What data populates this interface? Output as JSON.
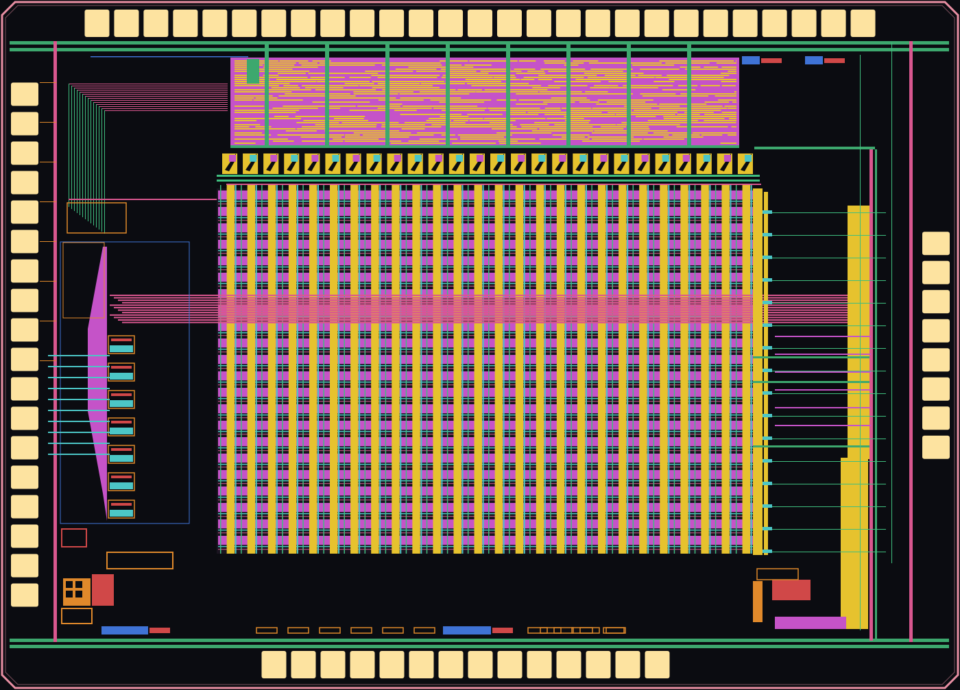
{
  "layout_view": {
    "pads": {
      "top_count": 27,
      "bottom_count": 14,
      "left_count": 18,
      "right_count": 8
    },
    "array": {
      "columns": 26,
      "row_bands": 22
    },
    "colors": {
      "background": "#0b0c11",
      "seal_ring": "#e98fa3",
      "pad": "#fde3a0",
      "power_rail": "#3da86e",
      "metal_pink": "#d9578f",
      "metal_magenta": "#c553c8",
      "metal_yellow": "#e6c22e",
      "metal_cyan": "#4cc6c6",
      "metal_blue": "#3f73d6",
      "metal_orange": "#e0892b",
      "metal_red": "#d04848",
      "wire_green": "#3fbf7f"
    }
  }
}
